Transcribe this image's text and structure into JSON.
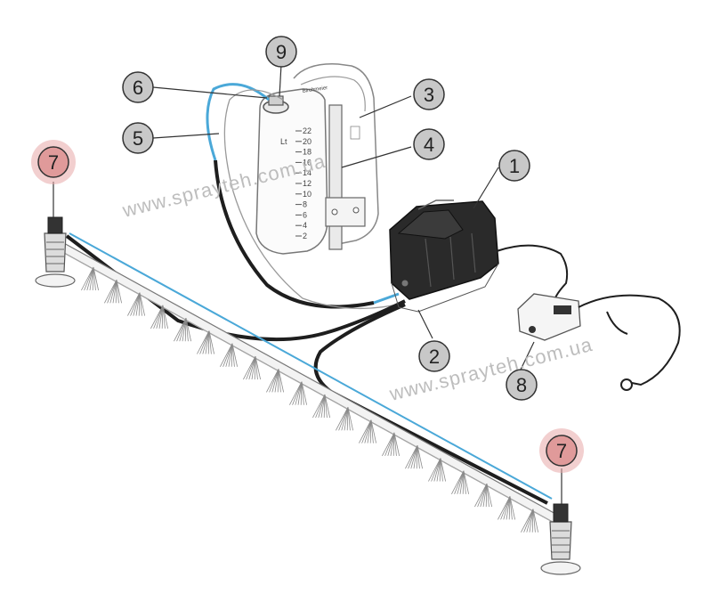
{
  "callouts": [
    {
      "id": "1",
      "highlight": false
    },
    {
      "id": "2",
      "highlight": false
    },
    {
      "id": "3",
      "highlight": false
    },
    {
      "id": "4",
      "highlight": false
    },
    {
      "id": "5",
      "highlight": false
    },
    {
      "id": "6",
      "highlight": false
    },
    {
      "id": "7",
      "highlight": true
    },
    {
      "id": "7",
      "highlight": true
    },
    {
      "id": "8",
      "highlight": false
    },
    {
      "id": "9",
      "highlight": false
    }
  ],
  "tank": {
    "unit": "Lt",
    "scale": [
      "22",
      "20",
      "18",
      "16",
      "14",
      "12",
      "10",
      "8",
      "6",
      "4",
      "2"
    ],
    "brand": "Birchmeier"
  },
  "watermarks": [
    "www.sprayteh.com.ua",
    "www.sprayteh.com.ua"
  ],
  "colors": {
    "callout_fill": "#c8c8c8",
    "callout_highlight": "#e8a8a8",
    "hose_blue": "#4aa8d8",
    "hose_black": "#1e1e1e",
    "pump_body": "#2a2a2a"
  }
}
